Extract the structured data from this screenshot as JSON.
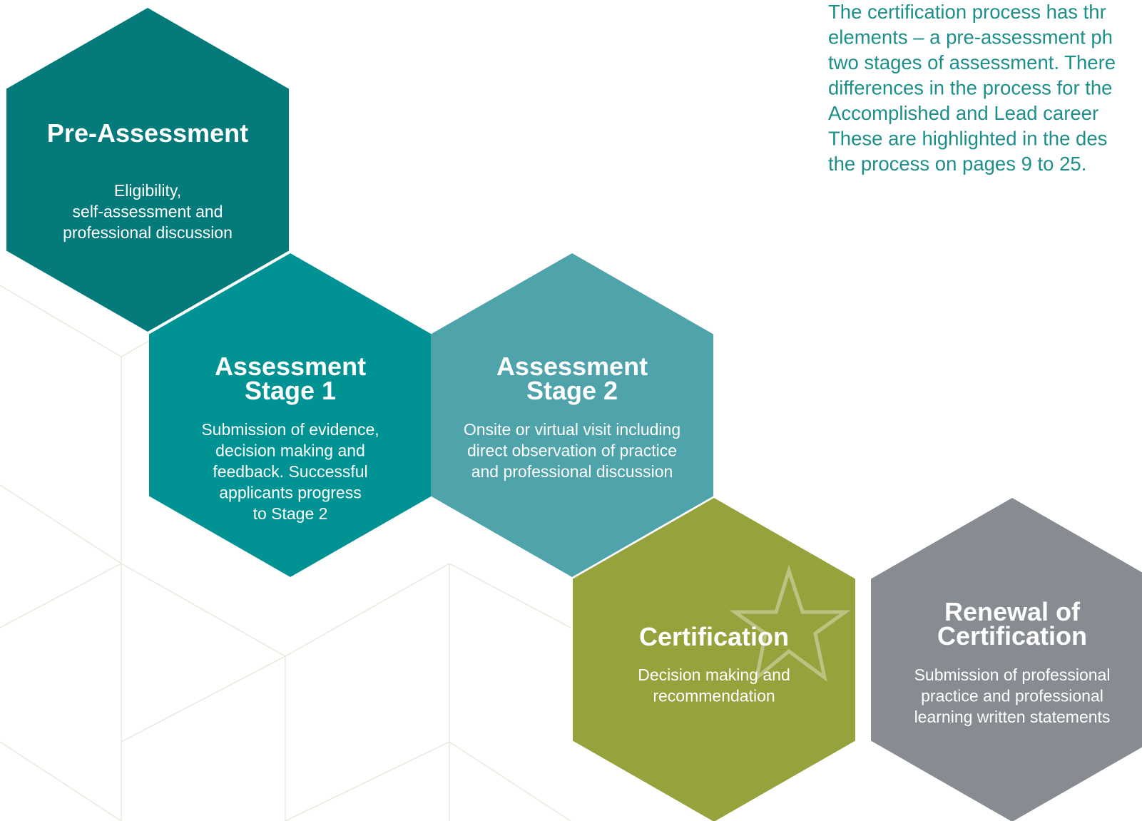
{
  "intro": {
    "lines": [
      "The certification process has thr",
      "elements – a pre-assessment ph",
      "two stages of assessment. There",
      "differences in the process for the",
      "Accomplished and Lead career",
      "These are highlighted in the des",
      "the process on pages 9 to 25."
    ]
  },
  "stages": [
    {
      "title_lines": [
        "Pre-Assessment"
      ],
      "desc_lines": [
        "Eligibility,",
        "self-assessment and",
        "professional discussion"
      ],
      "color": "#047b7a"
    },
    {
      "title_lines": [
        "Assessment",
        "Stage 1"
      ],
      "desc_lines": [
        "Submission of evidence,",
        "decision making and",
        "feedback. Successful",
        "applicants progress",
        "to Stage 2"
      ],
      "color": "#019394"
    },
    {
      "title_lines": [
        "Assessment",
        "Stage 2"
      ],
      "desc_lines": [
        "Onsite or virtual visit including",
        "direct observation of practice",
        "and professional discussion"
      ],
      "color": "#4fa3aa"
    },
    {
      "title_lines": [
        "Certification"
      ],
      "desc_lines": [
        "Decision making and",
        "recommendation"
      ],
      "color": "#96a23b"
    },
    {
      "title_lines": [
        "Renewal of",
        "Certification"
      ],
      "desc_lines": [
        "Submission of professional",
        "practice and professional",
        "learning written statements"
      ],
      "color": "#878c92"
    }
  ],
  "colors": {
    "intro_text": "#1d8f8a",
    "background_lines": "#ebe8dc",
    "star": "#c3c98f"
  },
  "icons": {
    "certification_decoration": "star-icon"
  }
}
